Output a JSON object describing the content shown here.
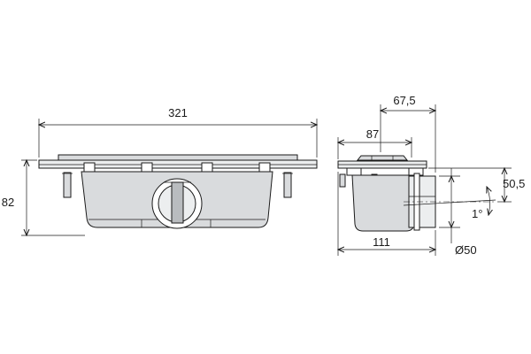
{
  "dimensions": {
    "front_width": "321",
    "front_height": "82",
    "side_top_offset": "67,5",
    "side_plate_width": "87",
    "side_total_width": "111",
    "outlet_height": "50,5",
    "slope": "1°",
    "outlet_diameter": "Ø50"
  },
  "colors": {
    "line": "#1a1a1a",
    "body_fill": "#d9dbdd",
    "plate_fill": "#eceeef"
  }
}
